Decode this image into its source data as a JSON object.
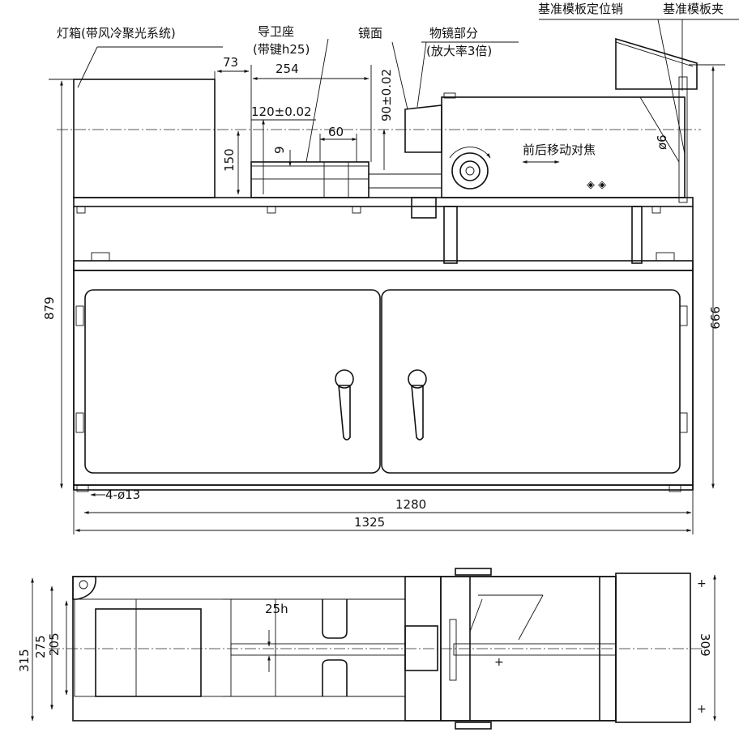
{
  "labels": {
    "lamp_box": "灯箱(带风冷聚光系统)",
    "guide_seat_line1": "导卫座",
    "guide_seat_line2": "(带键h25)",
    "mirror": "镜面",
    "objective_line1": "物镜部分",
    "objective_line2": "(放大率3倍)",
    "template_pin": "基准模板定位销",
    "template_clamp": "基准模板夹",
    "focus": "前后移动对焦"
  },
  "dimensions": {
    "d73": "73",
    "d254": "254",
    "d120": "120±0.02",
    "d90": "90±0.02",
    "d60": "60",
    "d9": "9",
    "d150": "150",
    "d879": "879",
    "d999": "999",
    "holes": "4-ø13",
    "d1280": "1280",
    "d1325": "1325",
    "phi6": "ø6",
    "d25h": "25h",
    "d315": "315",
    "d275": "275",
    "d205": "205",
    "d309": "309"
  }
}
